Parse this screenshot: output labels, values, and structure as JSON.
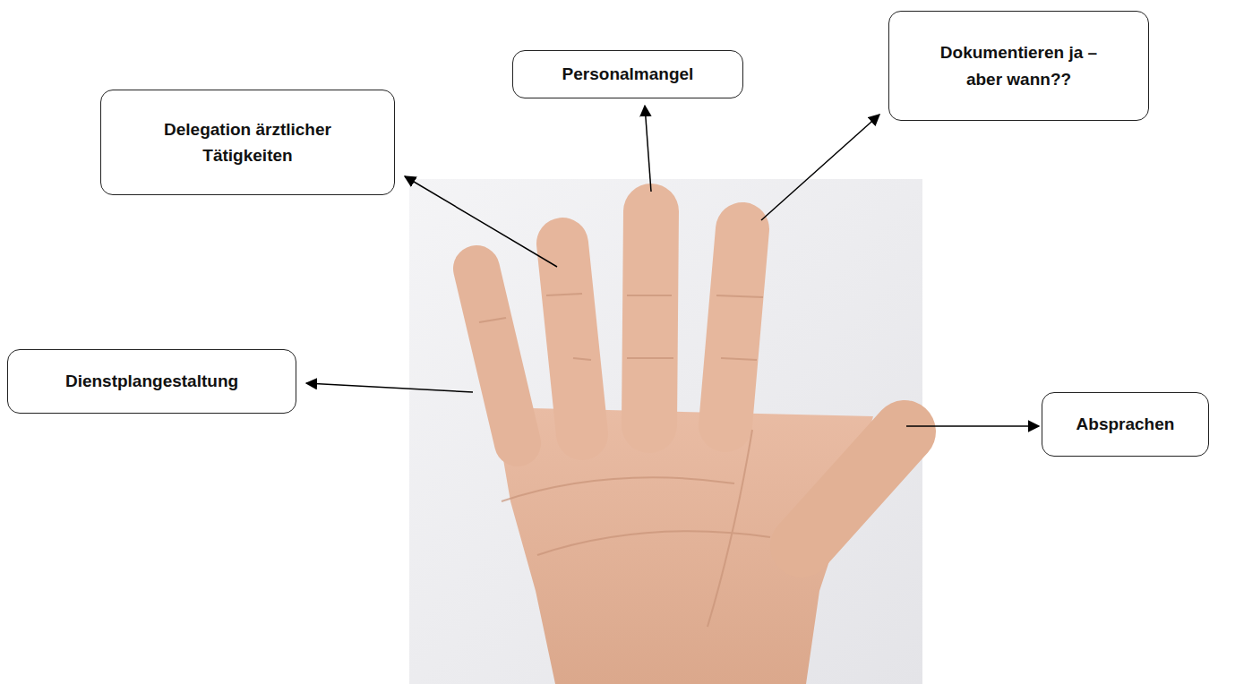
{
  "diagram": {
    "nodes": [
      {
        "text": [
          "Personalmangel"
        ]
      },
      {
        "text": [
          "Dokumentieren ja – aber wann??"
        ]
      },
      {
        "text": [
          "Delegation ärztlicher Tätigkeiten"
        ]
      },
      {
        "text": [
          "Dienstplangestaltung"
        ]
      },
      {
        "text": [
          "Absprachen"
        ]
      }
    ]
  }
}
